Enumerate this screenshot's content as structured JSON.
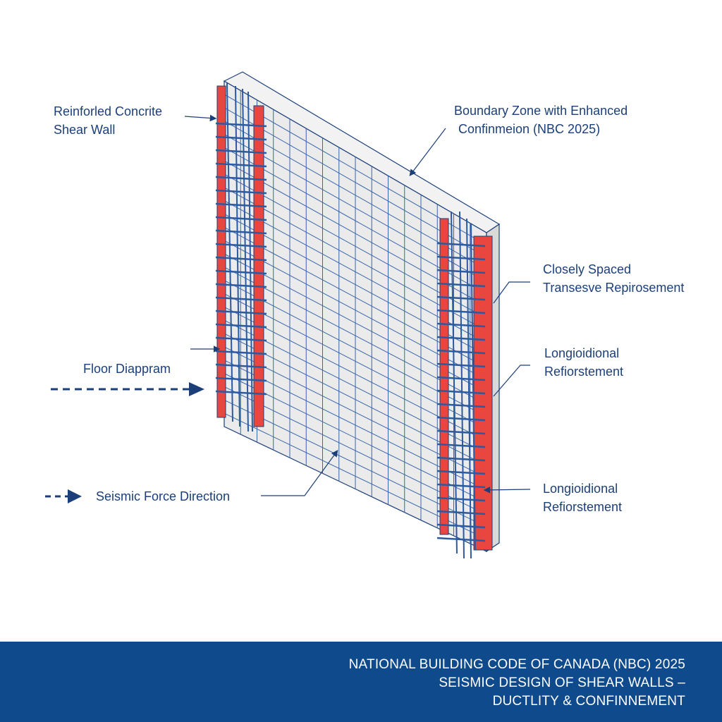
{
  "callouts": {
    "shear_wall": [
      "Reinforled Concrite",
      "Shear Wall"
    ],
    "boundary_zone": [
      "Boundary Zone with Enhanced",
      "Confinmeion (NBC 2025)"
    ],
    "transverse": [
      "Closely Spaced",
      "Transesve Repirosement"
    ],
    "longitudinal_upper": [
      "Longioidional",
      "Refiorstement"
    ],
    "longitudinal_lower": [
      "Longioidional",
      "Refiorstement"
    ],
    "floor": "Floor Diappram",
    "seismic": "Seismic Force Direction"
  },
  "footer": {
    "line1": "NATIONAL BUILDING CODE OF CANADA (NBC) 2025",
    "line2": "SEISMIC DESIGN OF SHEAR WALLS –",
    "line3": "DUCTLITY & CONFINNEMENT"
  },
  "colors": {
    "label_text": "#1c3f7a",
    "rebar_blue": "#2c5aa0",
    "boundary_red": "#e8463f",
    "concrete": "#ececec",
    "footer_band": "#0f4a8c"
  }
}
